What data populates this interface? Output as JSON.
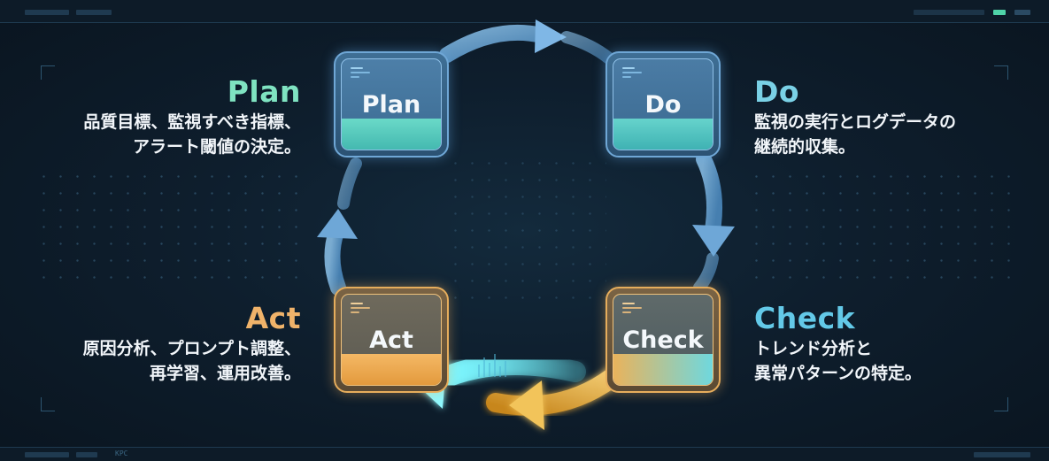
{
  "phases": {
    "plan": {
      "box_label": "Plan",
      "title": "Plan",
      "desc_line1": "品質目標、監視すべき指標、",
      "desc_line2": "アラート閾値の決定。"
    },
    "do": {
      "box_label": "Do",
      "title": "Do",
      "desc_line1": "監視の実行とログデータの",
      "desc_line2": "継続的収集。"
    },
    "check": {
      "box_label": "Check",
      "title": "Check",
      "desc_line1": "トレンド分析と",
      "desc_line2": "異常パターンの特定。"
    },
    "act": {
      "box_label": "Act",
      "title": "Act",
      "desc_line1": "原因分析、プロンプト調整、",
      "desc_line2": "再学習、運用改善。"
    }
  },
  "footer": {
    "code": "KPC"
  },
  "colors": {
    "background": "#0b1623",
    "plan_title": "#7fe3c1",
    "do_title": "#7ad1e6",
    "check_title": "#63c9e8",
    "act_title": "#f0b36a",
    "box_blue": "#5b9dd0",
    "box_orange": "#e0a552",
    "arrow_blue": "#6fa9d9",
    "arrow_glow": "#5ff0ff",
    "arrow_gold": "#f2c45a"
  },
  "icons": [
    "cycle-arrow-icon",
    "glow-arrow-icon"
  ]
}
